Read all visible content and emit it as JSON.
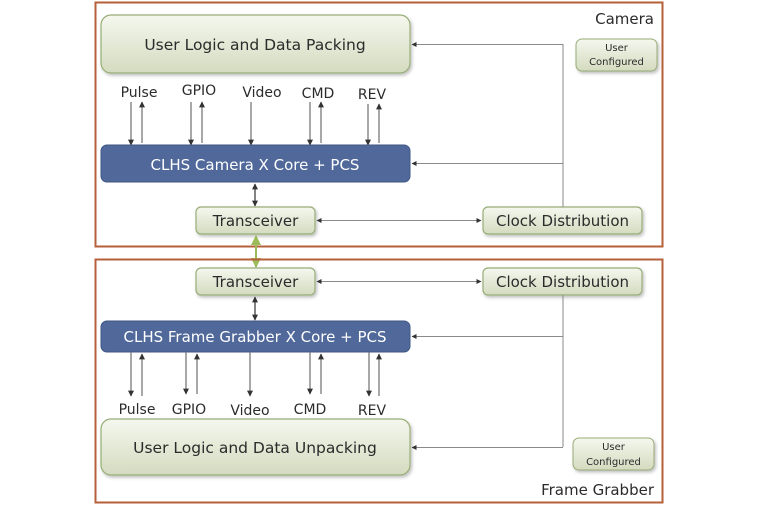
{
  "colors": {
    "frame_border": "#b5603a",
    "green_box_fill_top": "#f4f6ec",
    "green_box_fill_bottom": "#d4dcc0",
    "green_box_border": "#98ad78",
    "blue_core_fill": "#50699a",
    "blue_core_border": "#3f5683",
    "core_text": "#ffffff",
    "line": "#6e6e6e",
    "serial_link": "#9bbb59"
  },
  "camera": {
    "section_label": "Camera",
    "user_logic": "User Logic and Data Packing",
    "core": "CLHS Camera X Core + PCS",
    "transceiver": "Transceiver",
    "clock": "Clock Distribution",
    "legend_line1": "User",
    "legend_line2": "Configured",
    "signals": [
      "Pulse",
      "GPIO",
      "Video",
      "CMD",
      "REV"
    ]
  },
  "frame_grabber": {
    "section_label": "Frame Grabber",
    "user_logic": "User Logic and Data Unpacking",
    "core": "CLHS Frame Grabber X Core + PCS",
    "transceiver": "Transceiver",
    "clock": "Clock Distribution",
    "legend_line1": "User",
    "legend_line2": "Configured",
    "signals": [
      "Pulse",
      "GPIO",
      "Video",
      "CMD",
      "REV"
    ]
  }
}
